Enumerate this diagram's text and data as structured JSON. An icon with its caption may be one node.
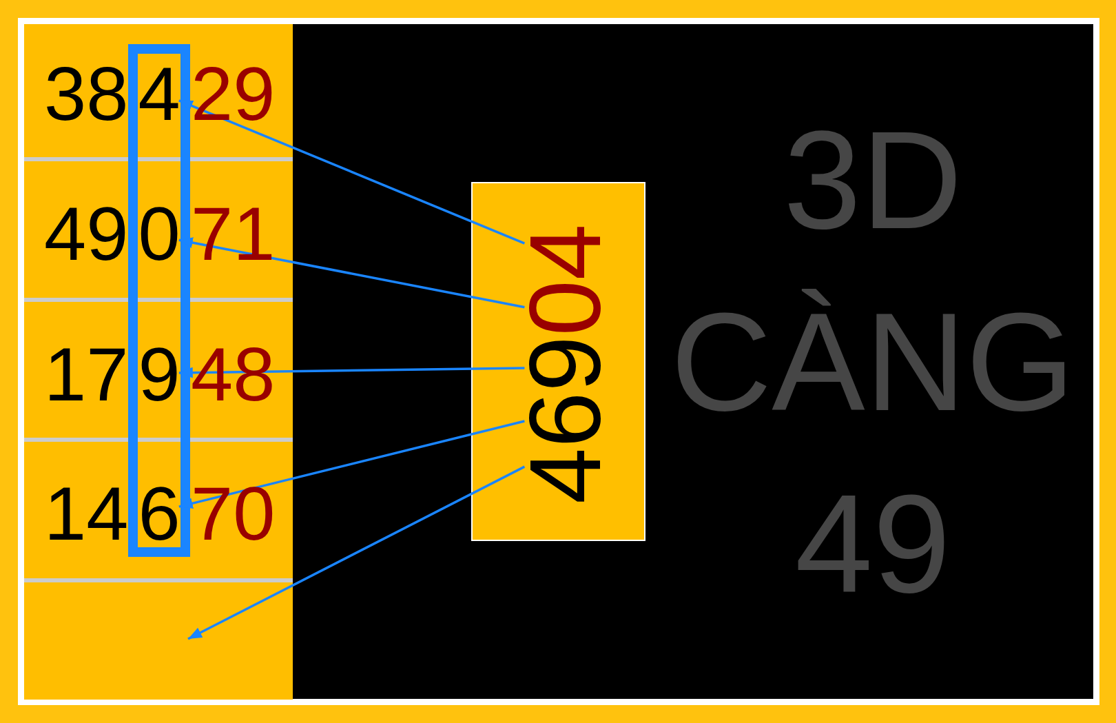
{
  "diagram": {
    "title": "3D CÀNG 49",
    "nodes": [
      {
        "text": [
          "4",
          "0",
          "9",
          "6"
        ]
      },
      {
        "text": [
          "469",
          "04"
        ]
      }
    ],
    "edges": [
      {
        "from": 1,
        "to": 0,
        "arrow": "to"
      },
      {
        "from": 1,
        "to": 0,
        "arrow": "to"
      },
      {
        "from": 1,
        "to": 0,
        "arrow": "to"
      },
      {
        "from": 1,
        "to": 0,
        "arrow": "to"
      },
      {
        "from": 1,
        "to": null,
        "arrow": "to"
      }
    ],
    "labels": [
      "38",
      "29",
      "49",
      "71",
      "17",
      "48",
      "14",
      "70"
    ]
  }
}
